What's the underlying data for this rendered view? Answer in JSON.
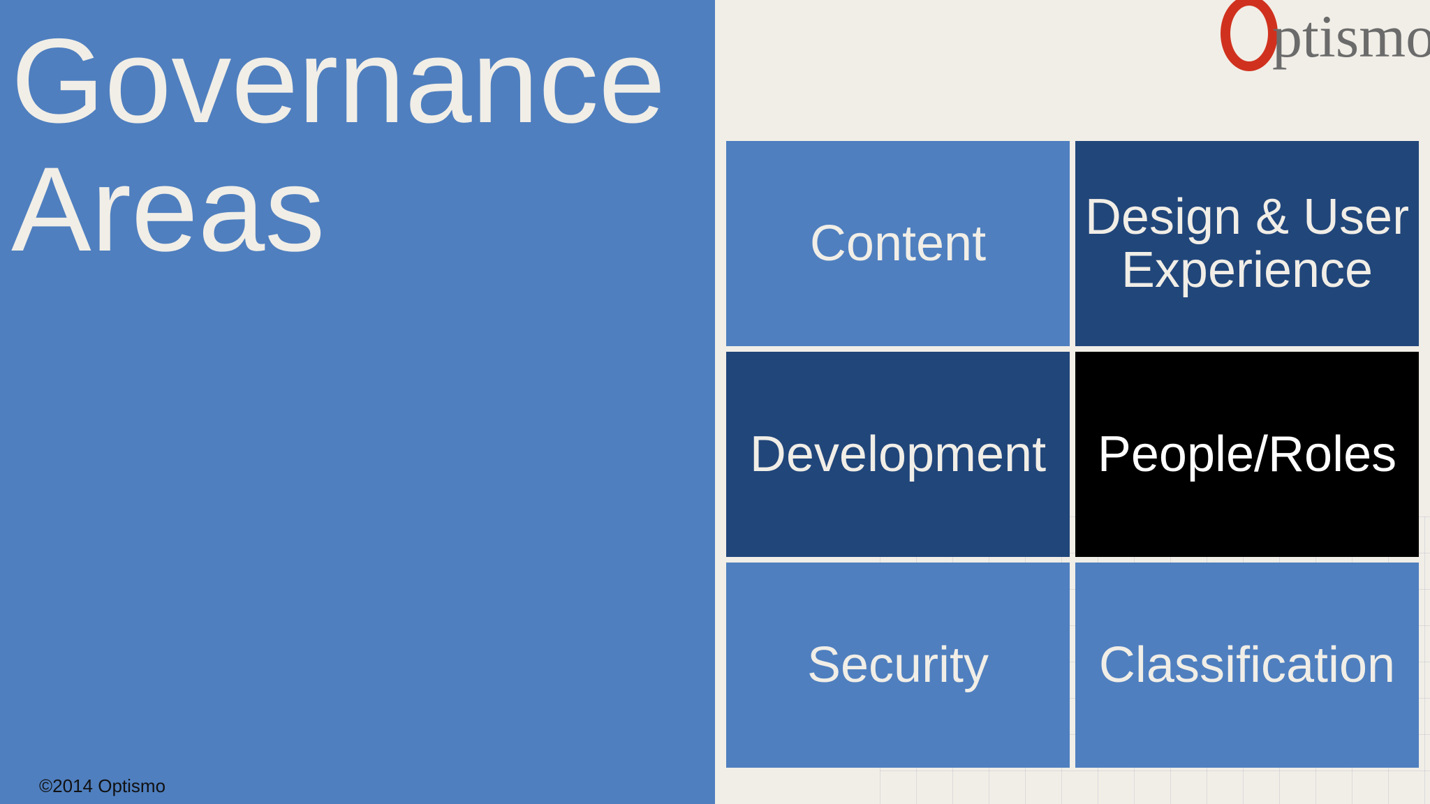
{
  "slide": {
    "title_line1": "Governance",
    "title_line2": "Areas",
    "copyright": "©2014 Optismo",
    "logo": {
      "initial": "O",
      "text": "ptismo",
      "brand_color": "#d0311e"
    }
  },
  "tiles": [
    {
      "label": "Content",
      "style": "light"
    },
    {
      "label": "Design & User Experience",
      "style": "dark"
    },
    {
      "label": "Development",
      "style": "dark"
    },
    {
      "label": "People/Roles",
      "style": "black"
    },
    {
      "label": "Security",
      "style": "light"
    },
    {
      "label": "Classification",
      "style": "light"
    }
  ],
  "colors": {
    "panel_blue": "#4f7fbf",
    "dark_blue": "#21467a",
    "black": "#000000",
    "background": "#f1eee7"
  }
}
